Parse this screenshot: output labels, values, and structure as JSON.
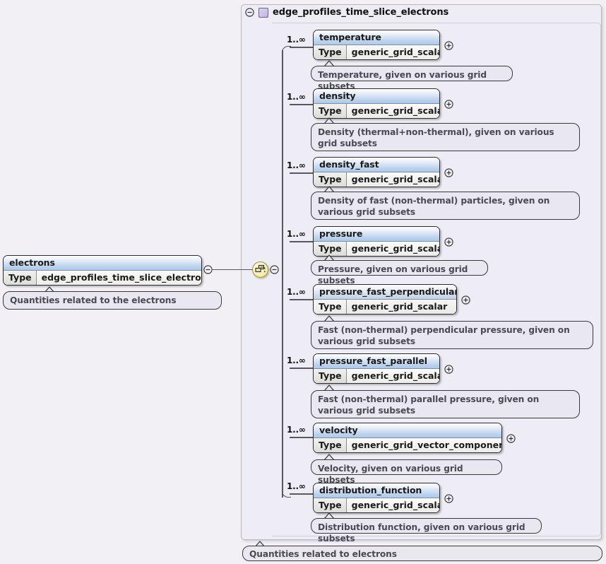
{
  "diagram": {
    "type": "xsd-schema-tree",
    "background_color": "#f2f0f5"
  },
  "root_element": {
    "name": "electrons",
    "type_label": "Type",
    "type_value": "edge_profiles_time_slice_electrons",
    "annotation": "Quantities related to the electrons",
    "collapse_icon": "minus-icon"
  },
  "group": {
    "title": "edge_profiles_time_slice_electrons",
    "collapse_icon": "minus-icon",
    "type_icon": "complex-type-square-icon",
    "compositor": "sequence-icon",
    "compositor_collapse_icon": "minus-icon",
    "annotation": "Quantities related to electrons"
  },
  "children": [
    {
      "cardinality": "1..∞",
      "name": "temperature",
      "type_label": "Type",
      "type_value": "generic_grid_scalar",
      "expand_icon": "plus-icon",
      "annotation": "Temperature, given on various grid subsets"
    },
    {
      "cardinality": "1..∞",
      "name": "density",
      "type_label": "Type",
      "type_value": "generic_grid_scalar",
      "expand_icon": "plus-icon",
      "annotation": "Density (thermal+non-thermal), given on various grid subsets"
    },
    {
      "cardinality": "1..∞",
      "name": "density_fast",
      "type_label": "Type",
      "type_value": "generic_grid_scalar",
      "expand_icon": "plus-icon",
      "annotation": "Density of fast (non-thermal) particles, given on various grid subsets"
    },
    {
      "cardinality": "1..∞",
      "name": "pressure",
      "type_label": "Type",
      "type_value": "generic_grid_scalar",
      "expand_icon": "plus-icon",
      "annotation": "Pressure, given on various grid subsets"
    },
    {
      "cardinality": "1..∞",
      "name": "pressure_fast_perpendicular",
      "type_label": "Type",
      "type_value": "generic_grid_scalar",
      "expand_icon": "plus-icon",
      "annotation": "Fast (non-thermal) perpendicular pressure, given on various grid subsets"
    },
    {
      "cardinality": "1..∞",
      "name": "pressure_fast_parallel",
      "type_label": "Type",
      "type_value": "generic_grid_scalar",
      "expand_icon": "plus-icon",
      "annotation": "Fast (non-thermal) parallel pressure, given on various grid subsets"
    },
    {
      "cardinality": "1..∞",
      "name": "velocity",
      "type_label": "Type",
      "type_value": "generic_grid_vector_components",
      "expand_icon": "plus-icon",
      "annotation": "Velocity, given on various grid subsets"
    },
    {
      "cardinality": "1..∞",
      "name": "distribution_function",
      "type_label": "Type",
      "type_value": "generic_grid_scalar",
      "expand_icon": "plus-icon",
      "annotation": "Distribution function, given on various grid subsets"
    }
  ],
  "colors": {
    "canvas": "#f2f0f5",
    "panel": "#eeecf4",
    "element_header_blue": "#aec9ea",
    "annotation_bg": "#e9e7ef",
    "sequence_yellow": "#f6efb8",
    "line": "#58585c"
  }
}
